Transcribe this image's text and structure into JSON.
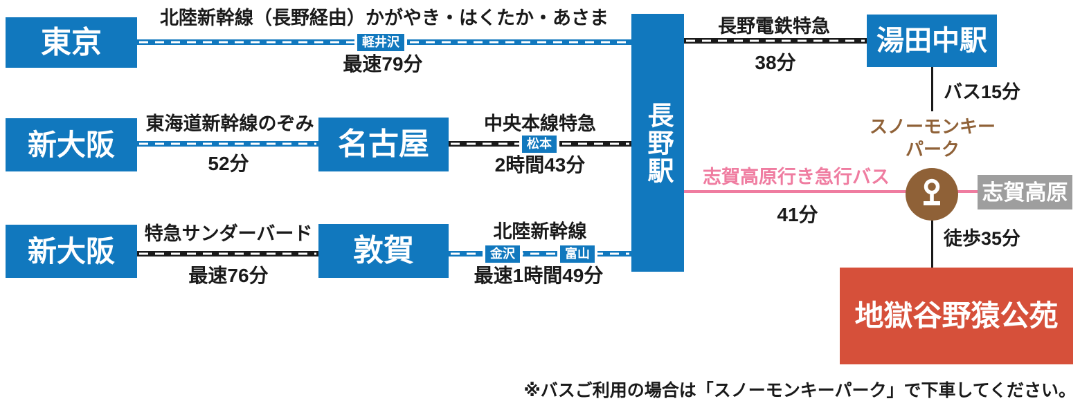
{
  "stations": {
    "tokyo": {
      "label": "東京"
    },
    "shin_osaka_a": {
      "label": "新大阪"
    },
    "nagoya": {
      "label": "名古屋"
    },
    "shin_osaka_b": {
      "label": "新大阪"
    },
    "tsuruga": {
      "label": "敦賀"
    },
    "nagano": {
      "label": "長野駅"
    },
    "yudanaka": {
      "label": "湯田中駅"
    },
    "shiga_kogen": {
      "label": "志賀高原"
    },
    "snow_monkey_park": {
      "label_line1": "スノーモンキー",
      "label_line2": "パーク"
    },
    "jigokudani": {
      "label": "地獄谷野猿公苑"
    }
  },
  "routes": {
    "tokyo_nagano": {
      "name": "北陸新幹線（長野経由）かがやき・はくたか・あさま",
      "via1": "軽井沢",
      "duration": "最速79分"
    },
    "shin_osaka_nagoya": {
      "name": "東海道新幹線のぞみ",
      "duration": "52分"
    },
    "nagoya_nagano": {
      "name": "中央本線特急",
      "via1": "松本",
      "duration": "2時間43分"
    },
    "shin_osaka_tsuruga": {
      "name": "特急サンダーバード",
      "duration": "最速76分"
    },
    "tsuruga_nagano": {
      "name": "北陸新幹線",
      "via1": "金沢",
      "via2": "富山",
      "duration": "最速1時間49分"
    },
    "nagano_yudanaka": {
      "name": "長野電鉄特急",
      "duration": "38分"
    },
    "yudanaka_park": {
      "duration": "バス15分"
    },
    "nagano_park_bus": {
      "name": "志賀高原行き急行バス",
      "duration": "41分"
    },
    "park_jigokudani": {
      "duration": "徒歩35分"
    }
  },
  "note": {
    "text": "※バスご利用の場合は「スノーモンキーパーク」で下車してください。"
  },
  "colors": {
    "brand_blue": "#1178BE",
    "line_black": "#1A1A1A",
    "bus_pink": "#EF7CA0",
    "park_brown": "#8F6137",
    "shiga_gray": "#9E9E9E",
    "jigokudani_red": "#D6503A"
  }
}
